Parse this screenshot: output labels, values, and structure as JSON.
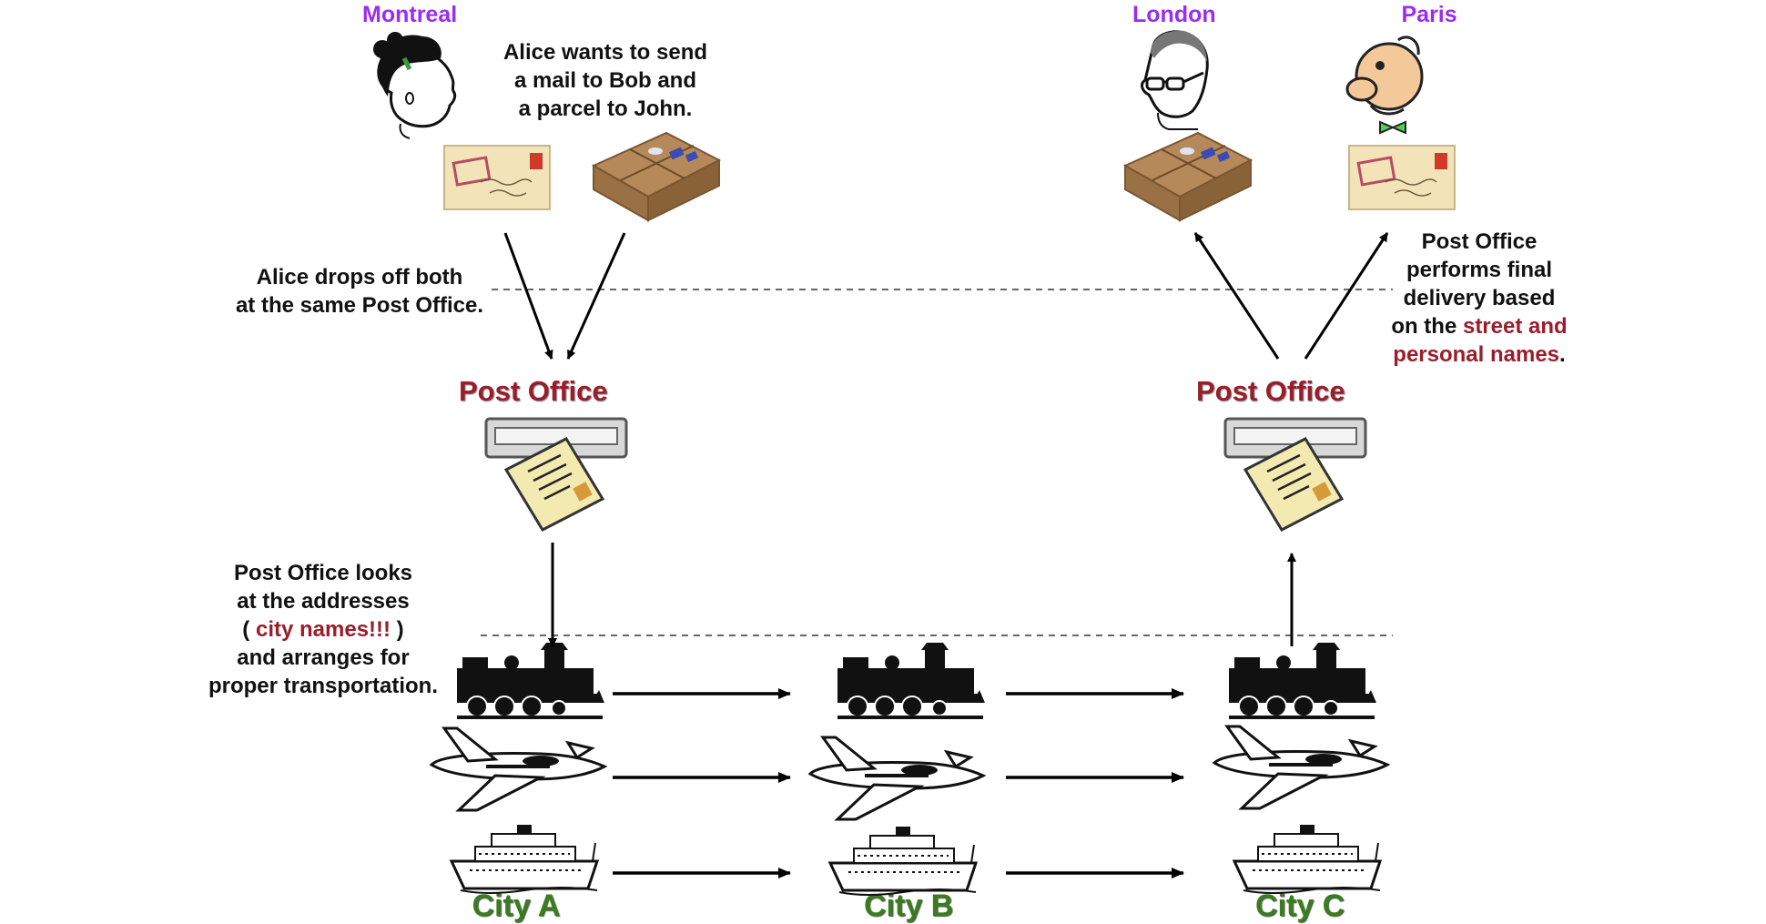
{
  "top_cities": {
    "montreal": "Montreal",
    "london": "London",
    "paris": "Paris"
  },
  "descriptions": {
    "alice_wants": [
      "Alice wants to send",
      "a mail to Bob and",
      "a parcel to John."
    ],
    "drop_off": [
      "Alice drops off both",
      "at the same Post Office."
    ],
    "final_delivery": {
      "line1": "Post Office",
      "line2": "performs final",
      "line3": "delivery based",
      "line4_prefix": "on the ",
      "line4_highlight": "street and",
      "line5_highlight": "personal names",
      "line5_suffix": "."
    },
    "looks_at": {
      "line1": "Post Office looks",
      "line2": "at the addresses",
      "line3_prefix": "( ",
      "line3_highlight": "city names!!!",
      "line3_suffix": " )",
      "line4": "and arranges for",
      "line5": "proper transportation."
    }
  },
  "post_offices": {
    "left": "Post Office",
    "right": "Post Office"
  },
  "bottom_cities": {
    "a": "City A",
    "b": "City B",
    "c": "City C"
  },
  "icons": [
    "woman-icon",
    "man-glasses-icon",
    "man-bowtie-icon",
    "letter-icon",
    "parcel-icon",
    "mail-slot-icon",
    "train-icon",
    "airplane-icon",
    "ship-icon"
  ],
  "colors": {
    "top_city": "#9b2cf0",
    "post_office": "#9a1d2b",
    "highlight": "#9a1d2b",
    "bottom_city": "#3a7d1f"
  }
}
